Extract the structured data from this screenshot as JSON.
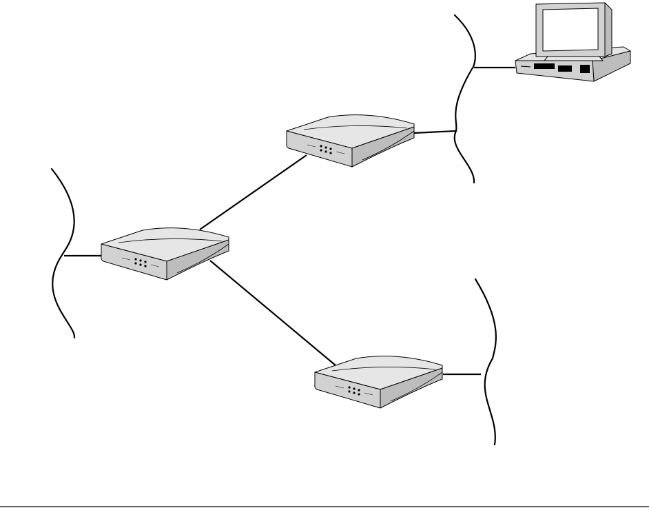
{
  "diagram": {
    "nodes": [
      {
        "id": "router-left",
        "kind": "router",
        "icon": "router-icon"
      },
      {
        "id": "router-top",
        "kind": "router",
        "icon": "router-icon"
      },
      {
        "id": "router-bottom",
        "kind": "router",
        "icon": "router-icon"
      },
      {
        "id": "workstation",
        "kind": "computer",
        "icon": "desktop-computer-icon"
      }
    ],
    "networks": [
      {
        "id": "network-left",
        "kind": "lan-segment"
      },
      {
        "id": "network-top-right",
        "kind": "lan-segment"
      },
      {
        "id": "network-bottom-right",
        "kind": "lan-segment"
      }
    ],
    "links": [
      {
        "from": "router-left",
        "to": "router-top"
      },
      {
        "from": "router-left",
        "to": "router-bottom"
      },
      {
        "from": "router-left",
        "to": "network-left"
      },
      {
        "from": "router-top",
        "to": "network-top-right"
      },
      {
        "from": "router-bottom",
        "to": "network-bottom-right"
      },
      {
        "from": "workstation",
        "to": "network-top-right"
      }
    ],
    "colors": {
      "line": "#000000",
      "device_top": "#e6e6e6",
      "device_front": "#d2d2d2",
      "device_side": "#bdbdbd",
      "screen": "#ffffff"
    }
  }
}
